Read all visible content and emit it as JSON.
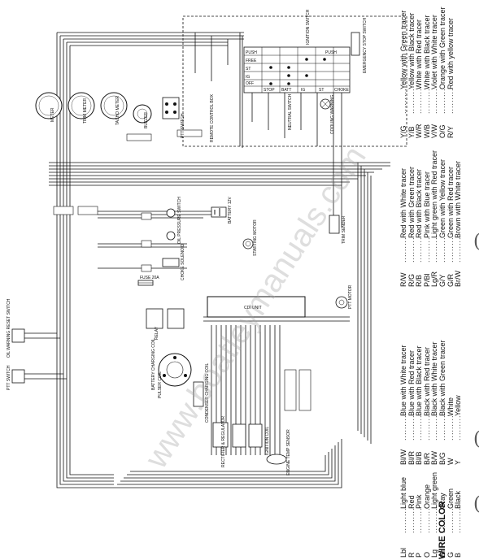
{
  "wire_color": {
    "title": "WIRE COLOR",
    "dots": ".........",
    "col1": [
      {
        "code": "B",
        "desc": "Black"
      },
      {
        "code": "G",
        "desc": "Green"
      },
      {
        "code": "Gr",
        "desc": "Gray"
      },
      {
        "code": "Lg",
        "desc": "Light green"
      },
      {
        "code": "O",
        "desc": "Orange"
      },
      {
        "code": "P",
        "desc": "Pink"
      },
      {
        "code": "R",
        "desc": "Red"
      },
      {
        "code": "Lbl",
        "desc": "Light blue"
      }
    ],
    "col2": [
      {
        "code": "Y",
        "desc": "Yellow"
      },
      {
        "code": "W",
        "desc": "White"
      },
      {
        "code": "B/G",
        "desc": "Black with Green tracer"
      },
      {
        "code": "B/W",
        "desc": "Black with White tracer"
      },
      {
        "code": "B/R",
        "desc": "Black with Red tracer"
      },
      {
        "code": "Bl/B",
        "desc": "Blue with Black tracer"
      },
      {
        "code": "Bl/R",
        "desc": "Blue with Red tracer"
      },
      {
        "code": "Bl/W",
        "desc": "Blue with White tracer"
      }
    ],
    "col3": [
      {
        "code": "Br/W",
        "desc": "Brown with White tracer"
      },
      {
        "code": "G/R",
        "desc": "Green with Red tracer"
      },
      {
        "code": "G/Y",
        "desc": "Green with Yellow tracer"
      },
      {
        "code": "Lg/R",
        "desc": "Light green with Red tracer"
      },
      {
        "code": "P/Bl",
        "desc": "Pink with Blue tracer"
      },
      {
        "code": "R/B",
        "desc": "Red with Black tracer"
      },
      {
        "code": "R/G",
        "desc": "Red with Green tracer"
      },
      {
        "code": "R/W",
        "desc": "Red with White tracer"
      }
    ],
    "col4": [
      {
        "code": "R/Y",
        "desc": "Red with yellow tracer"
      },
      {
        "code": "O/G",
        "desc": "Orange with Green tracer"
      },
      {
        "code": "V/W",
        "desc": "Violet with White tracer"
      },
      {
        "code": "W/B",
        "desc": "White with Black tracer"
      },
      {
        "code": "W/R",
        "desc": "White with Red tracer"
      },
      {
        "code": "Y/B",
        "desc": "Yellow with Black tracer"
      },
      {
        "code": "Y/G",
        "desc": "Yellow with Green tracer"
      }
    ]
  },
  "components": {
    "meter": "METER",
    "trim_meter": "TRIM METER",
    "tacho_meter": "TACHO METER",
    "warning_buzzer": "BUZZER",
    "neutral_switch": "NEUTRAL SWITCH",
    "ignition_switch": "IGNITION SWITCH",
    "ptt_switch": "PTT SWITCH",
    "remote_control_box": "REMOTE CONTROL BOX",
    "cooling_warning": "COOLING WARNING",
    "trim_sender": "TRIM SENDER",
    "battery": "BATTERY 12V",
    "starting_motor": "STARTING MOTOR",
    "oil_pressure_switch": "OIL PRESSURE SWITCH",
    "choke_solenoid": "CHOKE SOLENOID",
    "fuse": "FUSE 20A",
    "ptt_motor": "PTT MOTOR",
    "cdi_unit": "CDI UNIT",
    "relay": "RELAY",
    "battery_charging_coil": "BATTERY CHARGING COIL",
    "pulser_coil": "PULSER COIL",
    "condenser_charging_coil": "CONDENSER CHARGING COIL",
    "rectifier_regulator": "RECTIFIER & REGULATOR",
    "ignition_coil": "IGNITION COIL",
    "engine_temp_sensor": "ENGINE TEMP SENSOR",
    "oil_warning_reset_switch": "OIL WARNING RESET SWITCH",
    "ptt_switch_engine": "PTT SWITCH",
    "emergency_stop_switch": "EMERGENCY STOP SWITCH",
    "sw_table": {
      "rows": [
        "PUSH",
        "FREE",
        "ST",
        "IG",
        "OFF"
      ],
      "cols": [
        "STOP",
        "BATT",
        "IG",
        "ST",
        "CHOKE"
      ],
      "push": "PUSH"
    }
  },
  "watermark": "www.boatleymanuals.com"
}
